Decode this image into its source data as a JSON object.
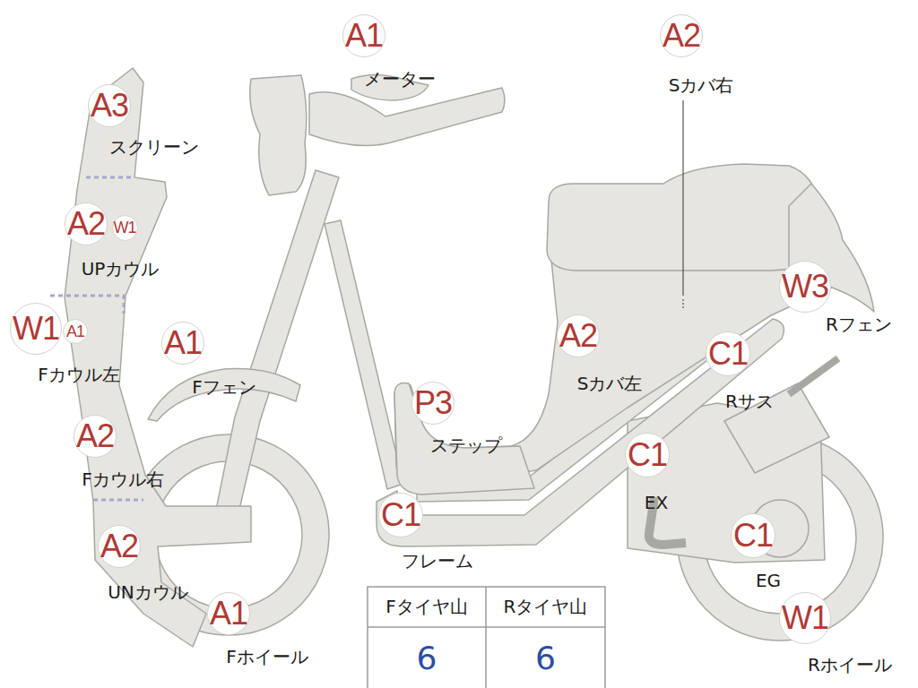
{
  "diagram": {
    "nodes": [
      {
        "text": [
          "A1",
          "メーター"
        ]
      },
      {
        "text": [
          "A2",
          "Sカバ右"
        ]
      },
      {
        "text": [
          "A3",
          "スクリーン"
        ]
      },
      {
        "text": [
          "A2",
          "UPカウル"
        ]
      },
      {
        "text": [
          "W1"
        ]
      },
      {
        "text": [
          "W3",
          "Rフェン"
        ]
      },
      {
        "text": [
          "W1",
          "Fカウル左"
        ]
      },
      {
        "text": [
          "A1"
        ]
      },
      {
        "text": [
          "A2",
          "Sカバ左"
        ]
      },
      {
        "text": [
          "A1",
          "Fフェン"
        ]
      },
      {
        "text": [
          "C1",
          "Rサス"
        ]
      },
      {
        "text": [
          "P3",
          "ステップ"
        ]
      },
      {
        "text": [
          "A2",
          "Fカウル右"
        ]
      },
      {
        "text": [
          "C1",
          "EX"
        ]
      },
      {
        "text": [
          "C1",
          "フレーム"
        ]
      },
      {
        "text": [
          "C1",
          "EG"
        ]
      },
      {
        "text": [
          "A2",
          "UNカウル"
        ]
      },
      {
        "text": [
          "A1",
          "Fホイール"
        ]
      },
      {
        "text": [
          "W1",
          "Rホイール"
        ]
      }
    ],
    "labels": [
      "Fタイヤ山",
      "Rタイヤ山",
      "6",
      "6"
    ]
  }
}
